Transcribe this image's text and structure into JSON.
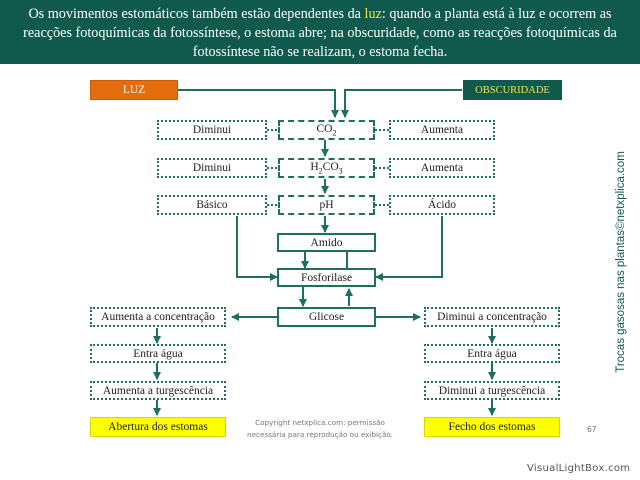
{
  "header": {
    "text_before": "Os movimentos estomáticos também estão dependentes da ",
    "highlight": "luz",
    "text_after": ": quando a planta está à luz e ocorrem as reacções fotoquímicas da fotossíntese, o estoma abre; na obscuridade, como as reacções fotoquímicas da fotossíntese não se realizam, o estoma fecha."
  },
  "diagram": {
    "luz": "LUZ",
    "obscuridade": "OBSCURIDADE",
    "co2_left": "Diminui",
    "co2_base": "CO",
    "co2_sub": "2",
    "co2_right": "Aumenta",
    "h2co3_left": "Diminui",
    "h2co3_h": "H",
    "h2co3_sub1": "2",
    "h2co3_co": "CO",
    "h2co3_sub2": "3",
    "h2co3_right": "Aumenta",
    "ph_left": "Básico",
    "ph_center": "pH",
    "ph_right": "Ácido",
    "amido": "Amido",
    "fosforilase": "Fosforilase",
    "glicose": "Glicose",
    "left_concentracao": "Aumenta a concentração",
    "left_agua": "Entra água",
    "left_turgescencia": "Aumenta a turgescência",
    "left_result": "Abertura dos estomas",
    "right_concentracao": "Diminui a concentração",
    "right_agua": "Entra água",
    "right_turgescencia": "Diminui a turgescência",
    "right_result": "Fecho dos estomas"
  },
  "side_text": {
    "main": "Trocas gasosas nas plantas",
    "copyright_symbol": "©",
    "site": "netxplica.com"
  },
  "footer": {
    "copyright_line1": "Copyright netxplica.com: permissão",
    "copyright_line2": "necessária para reprodução ou exibição.",
    "page_number": "67",
    "watermark": "VisualLightBox.com"
  },
  "colors": {
    "header_bg": "#0f5a4c",
    "highlight": "#f3e24a",
    "line": "#1e6e61",
    "luz_bg": "#e46c0a",
    "result_bg": "#ffff00"
  }
}
